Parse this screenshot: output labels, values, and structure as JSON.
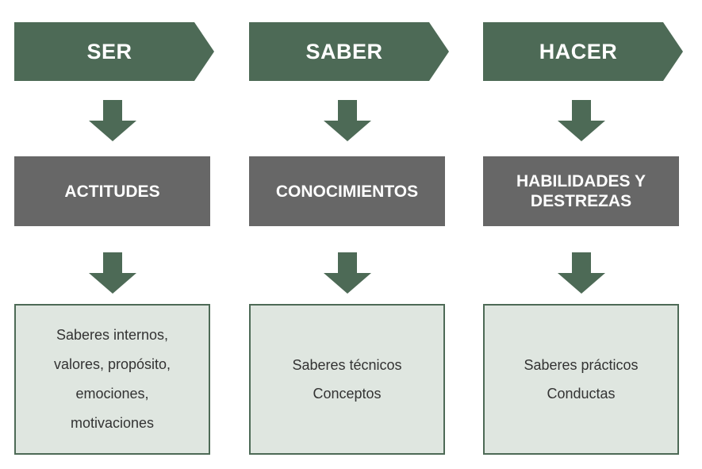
{
  "colors": {
    "header_green": "#4d6a56",
    "arrow_green": "#4d6a56",
    "category_gray": "#676767",
    "detail_fill": "#dfe6e0",
    "detail_border": "#4d6a56"
  },
  "columns": [
    {
      "header": "SER",
      "category": "ACTITUDES",
      "details": [
        "Saberes internos,",
        "valores, propósito,",
        "emociones,",
        "motivaciones"
      ]
    },
    {
      "header": "SABER",
      "category": "CONOCIMIENTOS",
      "details": [
        "Saberes técnicos",
        "Conceptos"
      ]
    },
    {
      "header": "HACER",
      "category": "HABILIDADES Y\nDESTREZAS",
      "details": [
        "Saberes prácticos",
        "Conductas"
      ]
    }
  ]
}
